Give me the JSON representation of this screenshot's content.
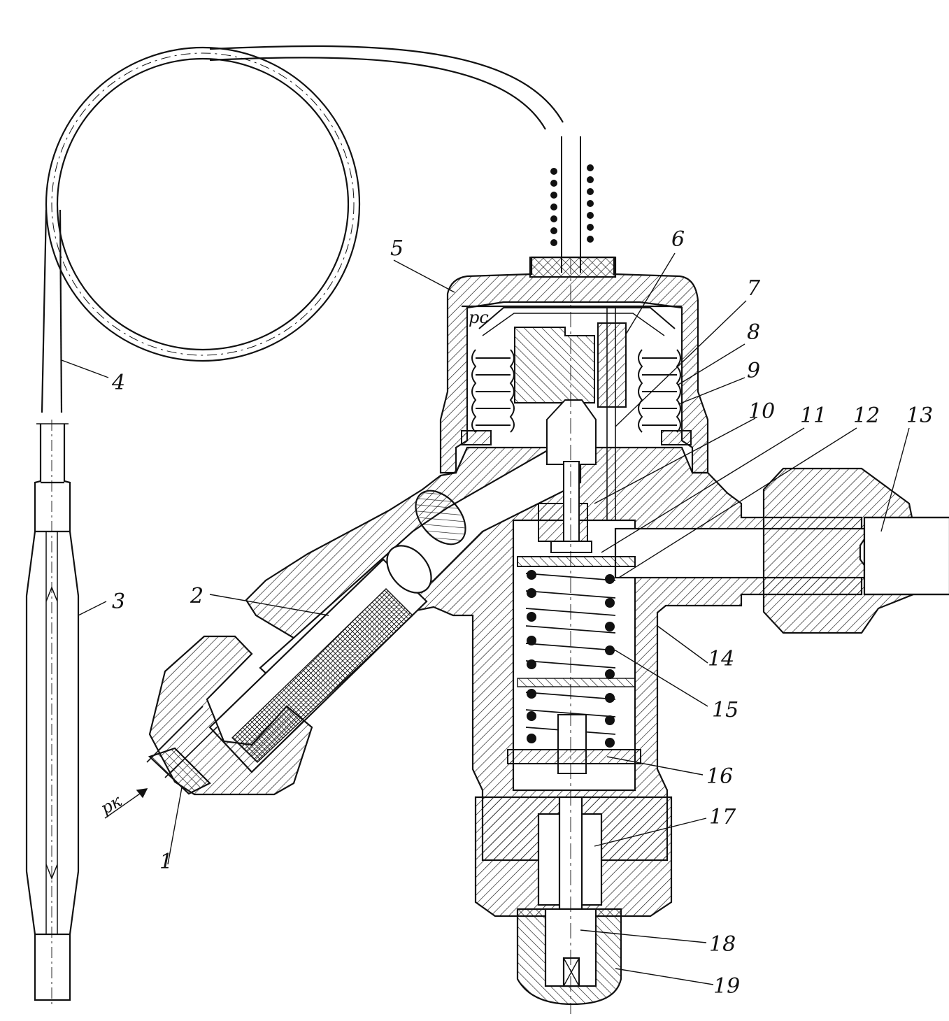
{
  "figure": {
    "labels": {
      "n1": "1",
      "n2": "2",
      "n3": "3",
      "n4": "4",
      "n5": "5",
      "n6": "6",
      "n7": "7",
      "n8": "8",
      "n9": "9",
      "n10": "10",
      "n11": "11",
      "n12": "12",
      "n13": "13",
      "n14": "14",
      "n15": "15",
      "n16": "16",
      "n17": "17",
      "n18": "18",
      "n19": "19"
    },
    "pressure_labels": {
      "pc": "pc",
      "pk": "pк"
    },
    "colors": {
      "ink": "#111111",
      "paper": "#ffffff"
    }
  }
}
